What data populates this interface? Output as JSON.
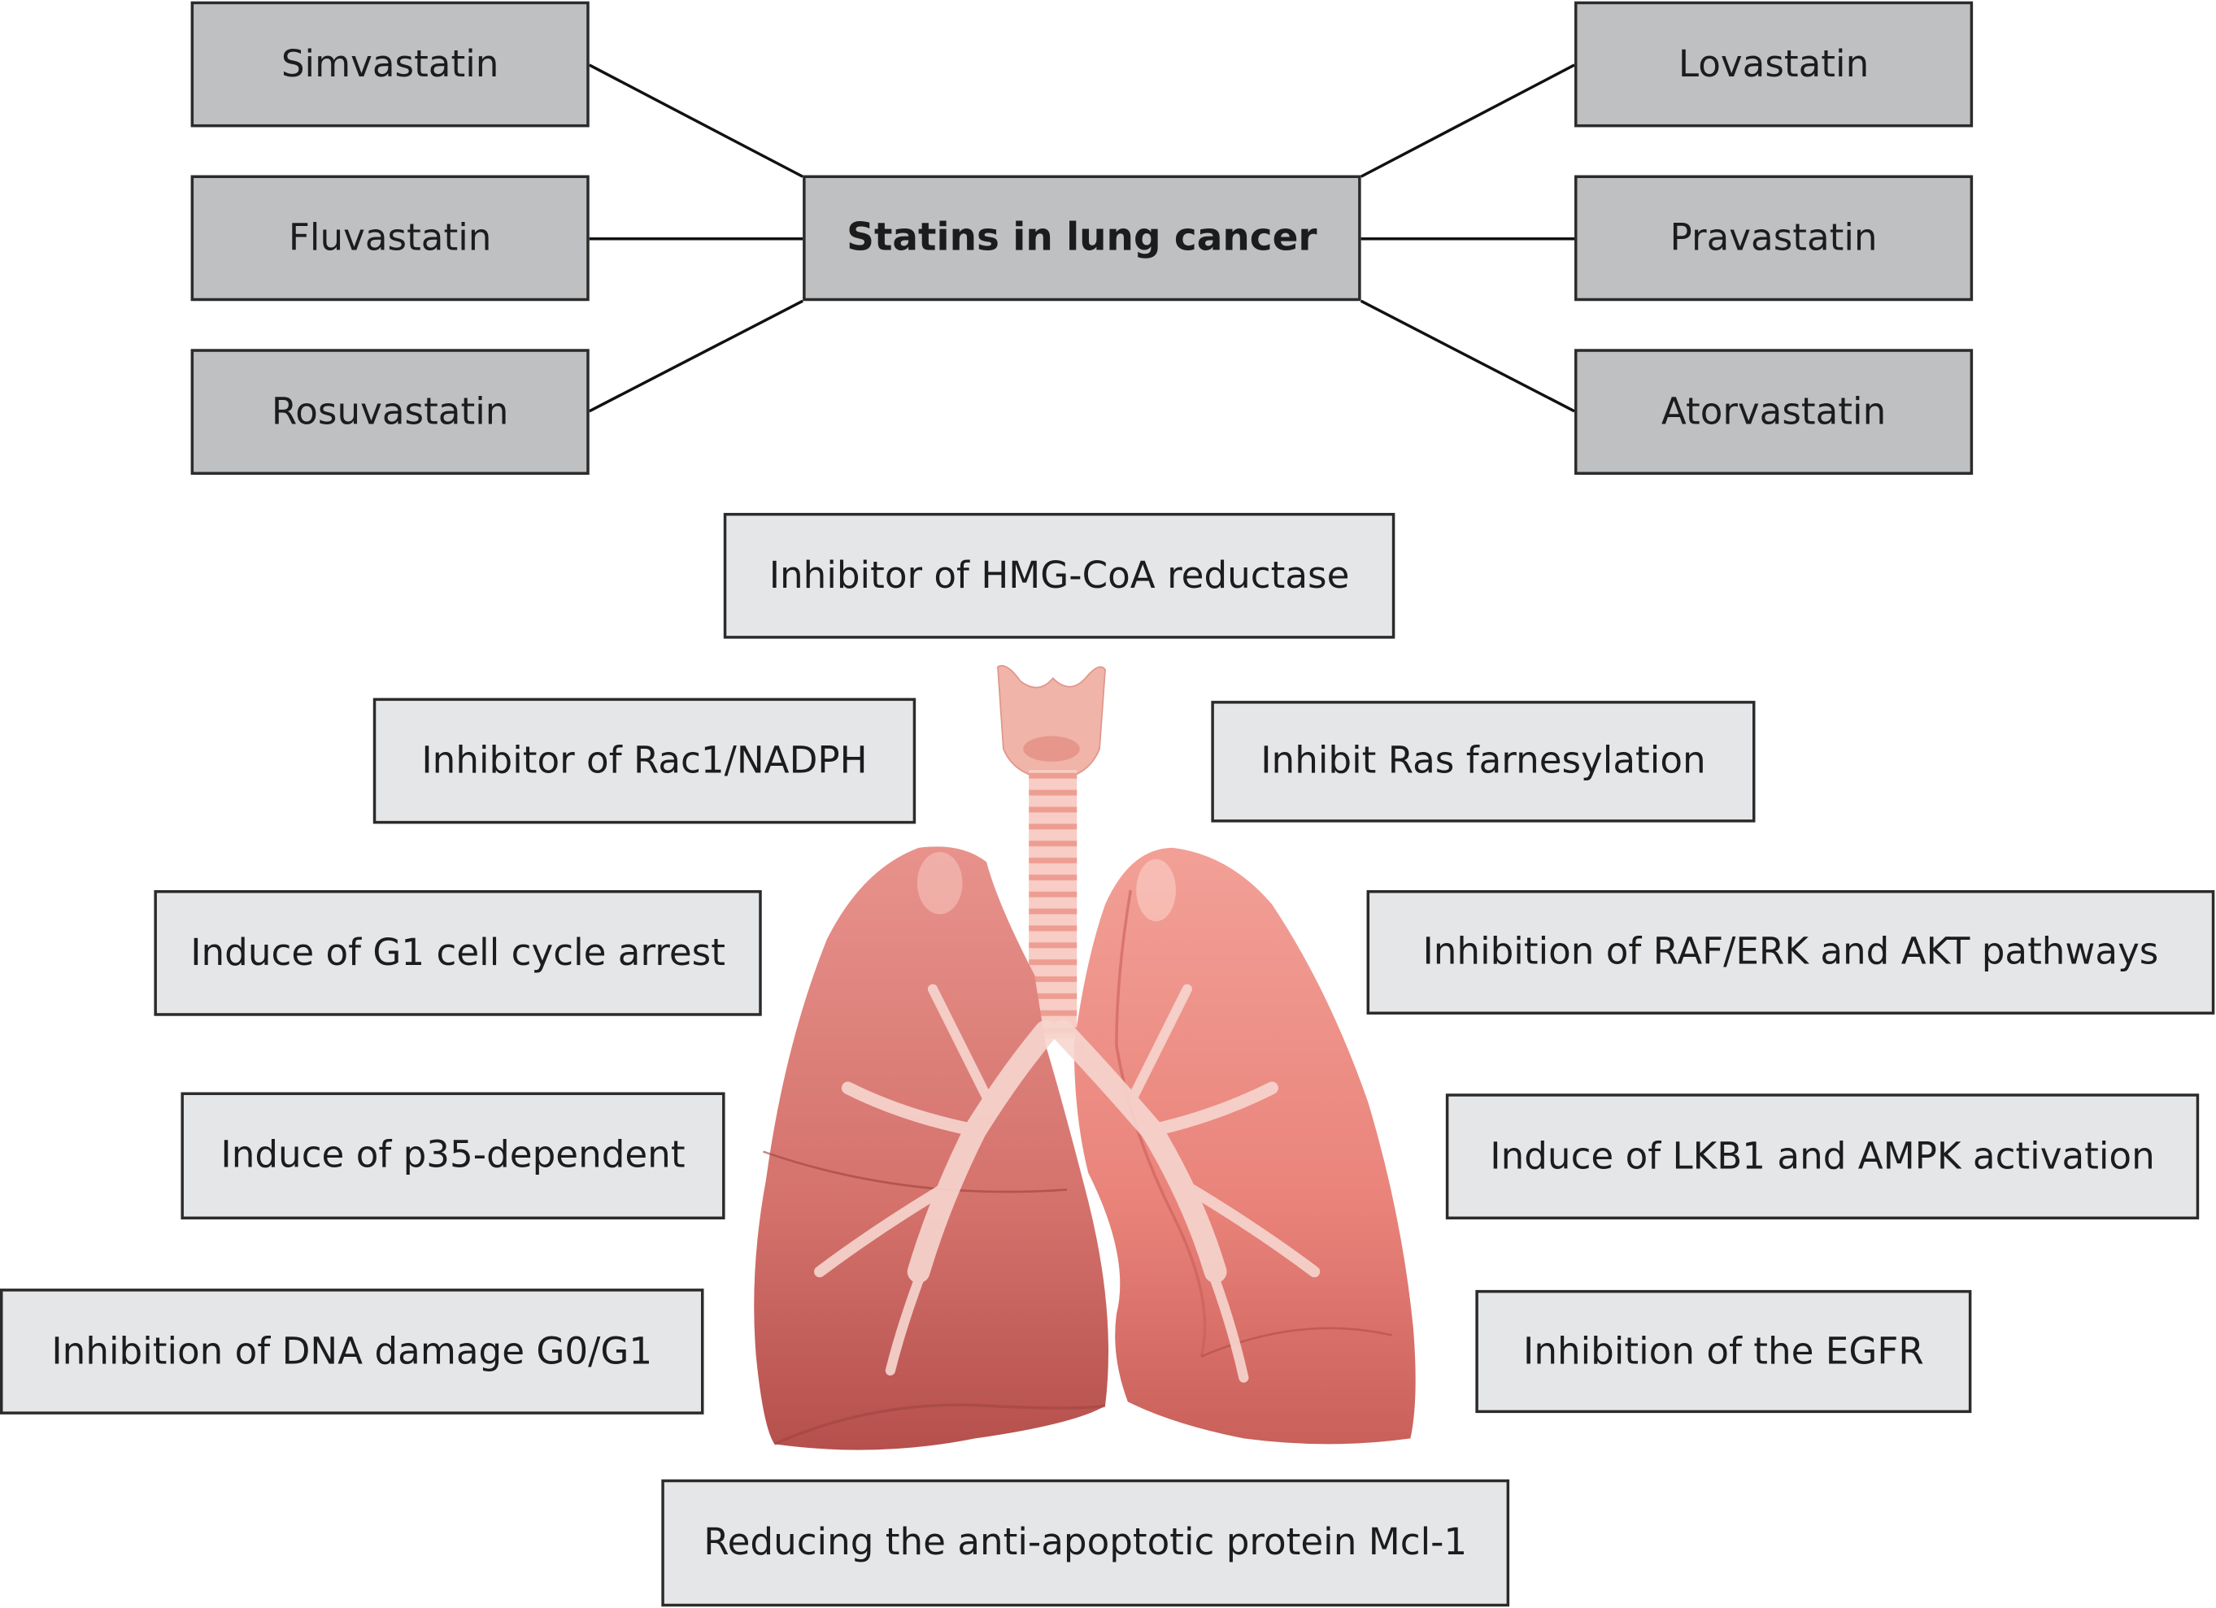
{
  "center": {
    "label": "Statins in lung cancer"
  },
  "statins": {
    "simvastatin": "Simvastatin",
    "fluvastatin": "Fluvastatin",
    "rosuvastatin": "Rosuvastatin",
    "lovastatin": "Lovastatin",
    "pravastatin": "Pravastatin",
    "atorvastatin": "Atorvastatin"
  },
  "effects": {
    "hmg_coa": "Inhibitor of HMG-CoA reductase",
    "rac1": "Inhibitor of Rac1/NADPH",
    "ras": "Inhibit Ras farnesylation",
    "g1_arrest": "Induce of G1 cell cycle arrest",
    "raf_erk": "Inhibition of RAF/ERK and AKT pathways",
    "p35": "Induce of p35-dependent",
    "lkb1": "Induce of LKB1 and AMPK activation",
    "dna_damage": "Inhibition of DNA damage G0/G1",
    "egfr": "Inhibition of the EGFR",
    "mcl1": "Reducing the anti-apoptotic protein Mcl-1"
  },
  "colors": {
    "statin_box": "#bfc0c2",
    "effect_box": "#e5e6e8",
    "lung": "#d9736f",
    "trachea": "#f3b7ad"
  },
  "icons": {
    "illustration": "lungs-illustration"
  }
}
